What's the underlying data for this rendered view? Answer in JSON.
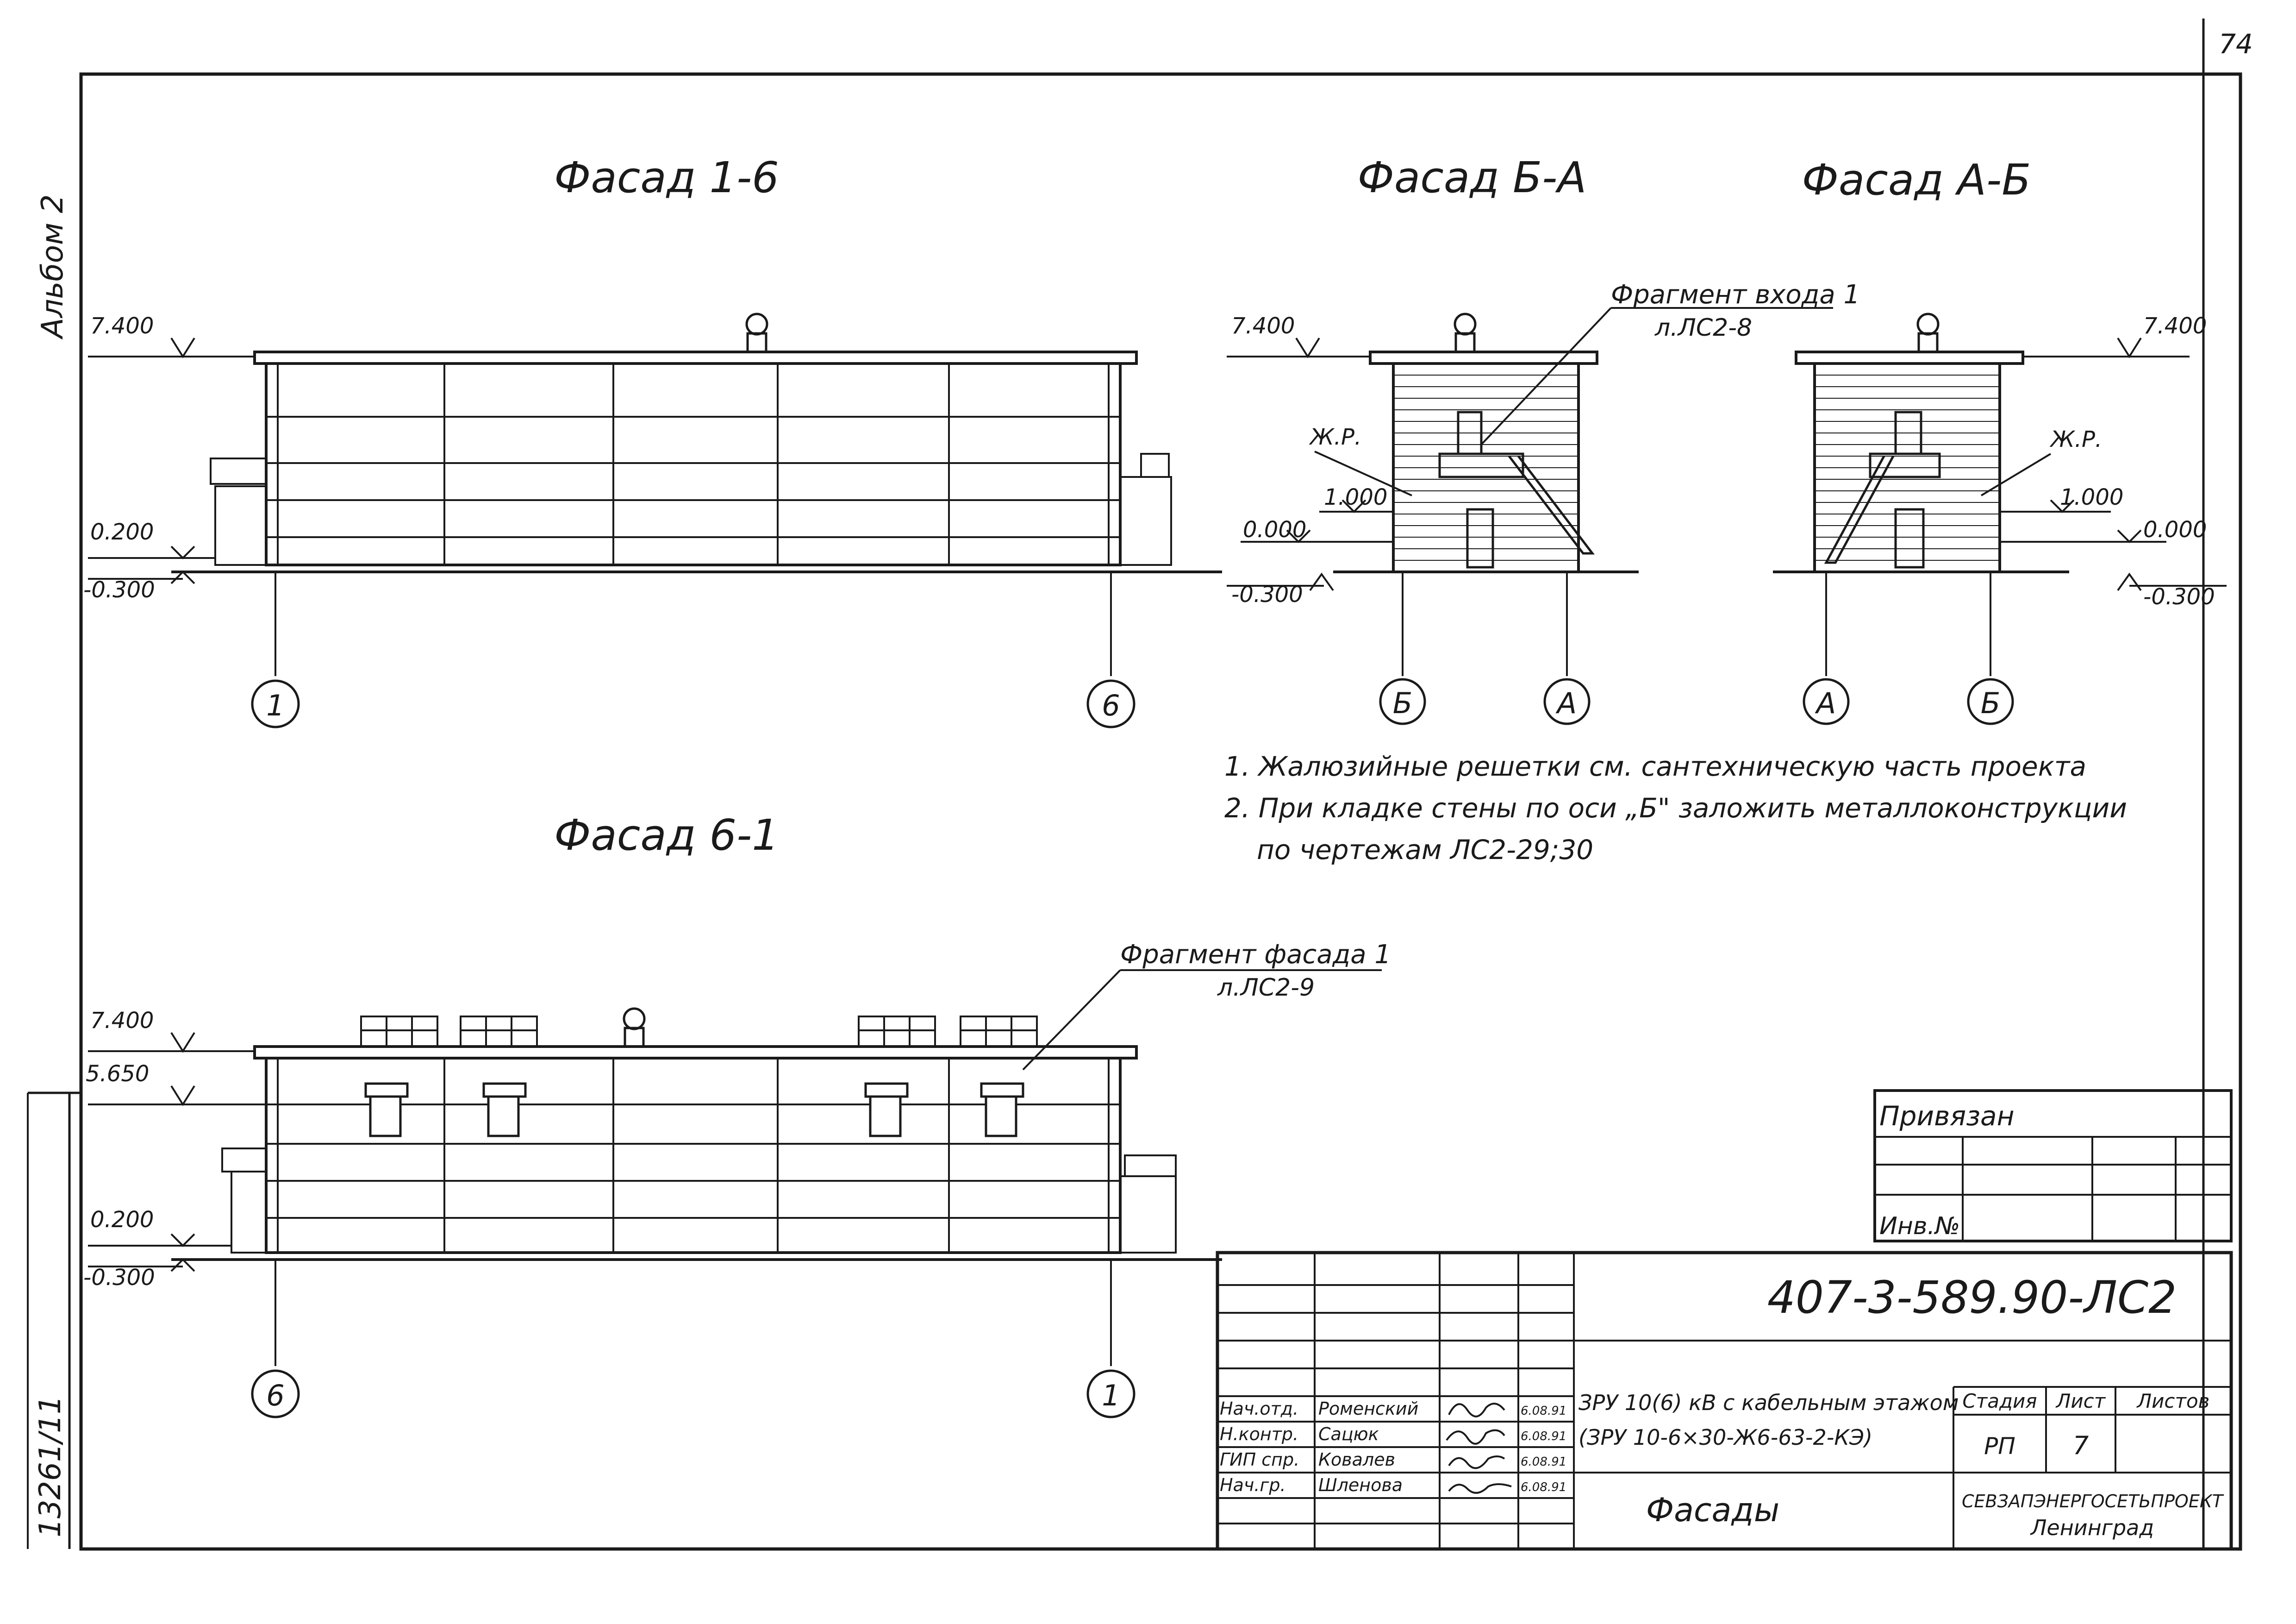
{
  "sheet_number": "74",
  "side_labels": {
    "album": "Альбом 2",
    "inventory": "13261/11"
  },
  "facades": {
    "f16": {
      "title": "Фасад 1-6",
      "levels": {
        "top": "7.400",
        "mid": "0.200",
        "bottom": "-0.300"
      },
      "axes": {
        "left": "1",
        "right": "6"
      }
    },
    "fba": {
      "title": "Фасад Б-А",
      "fragment_label": "Фрагмент входа 1",
      "fragment_ref": "л.ЛС2-8",
      "grille_label": "Ж.Р.",
      "levels": {
        "top": "7.400",
        "l1": "1.000",
        "l0": "0.000",
        "bottom": "-0.300"
      },
      "axes": {
        "left": "Б",
        "right": "А"
      }
    },
    "fab": {
      "title": "Фасад А-Б",
      "grille_label": "Ж.Р.",
      "levels": {
        "top": "7.400",
        "l1": "1.000",
        "l0": "0.000",
        "bottom": "-0.300"
      },
      "axes": {
        "left": "А",
        "right": "Б"
      }
    },
    "f61": {
      "title": "Фасад 6-1",
      "fragment_label": "Фрагмент фасада 1",
      "fragment_ref": "л.ЛС2-9",
      "levels": {
        "top": "7.400",
        "l565": "5.650",
        "mid": "0.200",
        "bottom": "-0.300"
      },
      "axes": {
        "left": "6",
        "right": "1"
      }
    }
  },
  "notes": [
    "1. Жалюзийные решетки см. сантехническую часть проекта",
    "2. При кладке стены по оси „Б\" заложить металлоконструкции",
    "по чертежам ЛС2-29;30"
  ],
  "privyazan": {
    "label": "Привязан",
    "inv_label": "Инв.№"
  },
  "title_block": {
    "code": "407-3-589.90-ЛС2",
    "project_line1": "ЗРУ 10(6) кВ с кабельным этажом",
    "project_line2": "(ЗРУ 10-6×30-Ж6-63-2-КЭ)",
    "sheet_title": "Фасады",
    "org_line1": "СЕВЗАПЭНЕРГОСЕТЬПРОЕКТ",
    "org_line2": "Ленинград",
    "stage_header": "Стадия",
    "sheet_header": "Лист",
    "sheets_header": "Листов",
    "stage": "РП",
    "sheet": "7",
    "signatures": [
      {
        "role": "Нач.отд.",
        "name": "Роменский",
        "date": "6.08.91"
      },
      {
        "role": "Н.контр.",
        "name": "Сацюк",
        "date": "6.08.91"
      },
      {
        "role": "ГИП спр.",
        "name": "Ковалев",
        "date": "6.08.91"
      },
      {
        "role": "Нач.гр.",
        "name": "Шленова",
        "date": "6.08.91"
      }
    ]
  }
}
